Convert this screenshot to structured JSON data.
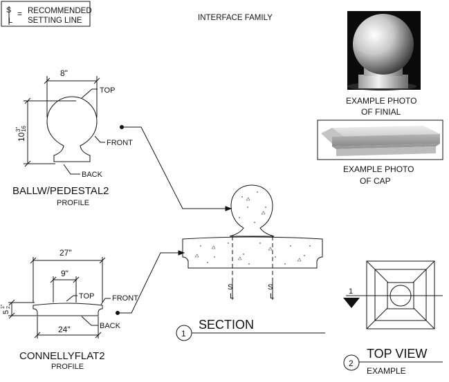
{
  "legend": {
    "symbol_top": "S",
    "symbol_bottom": "L",
    "equals": "=",
    "line1": "RECOMMENDED",
    "line2": "SETTING LINE"
  },
  "header": {
    "title": "INTERFACE FAMILY"
  },
  "ball_profile": {
    "width_dim": "8\"",
    "height_dim_main": "10",
    "height_dim_frac_top": "3\"",
    "height_dim_frac_bottom": "16",
    "label_top": "TOP",
    "label_front": "FRONT",
    "label_back": "BACK",
    "name": "BALLW/PEDESTAL2",
    "subtitle": "PROFILE"
  },
  "cap_profile": {
    "overall_dim": "27\"",
    "inner_dim": "9\"",
    "bottom_dim": "24\"",
    "height_dim_main": "5",
    "height_dim_frac_top": "1\"",
    "height_dim_frac_bottom": "2",
    "label_top": "TOP",
    "label_front": "FRONT",
    "label_back": "BACK",
    "name": "CONNELLYFLAT2",
    "subtitle": "PROFILE"
  },
  "photo_finial": {
    "line1": "EXAMPLE PHOTO",
    "line2": "OF FINIAL"
  },
  "photo_cap": {
    "line1": "EXAMPLE PHOTO",
    "line2": "OF CAP"
  },
  "section": {
    "setting_line_left_top": "S",
    "setting_line_left_bottom": "L",
    "setting_line_right_top": "S",
    "setting_line_right_bottom": "L",
    "callout_number": "1",
    "title": "SECTION"
  },
  "top_view": {
    "marker_number": "1",
    "callout_number": "2",
    "title": "TOP VIEW",
    "subtitle": "EXAMPLE"
  }
}
